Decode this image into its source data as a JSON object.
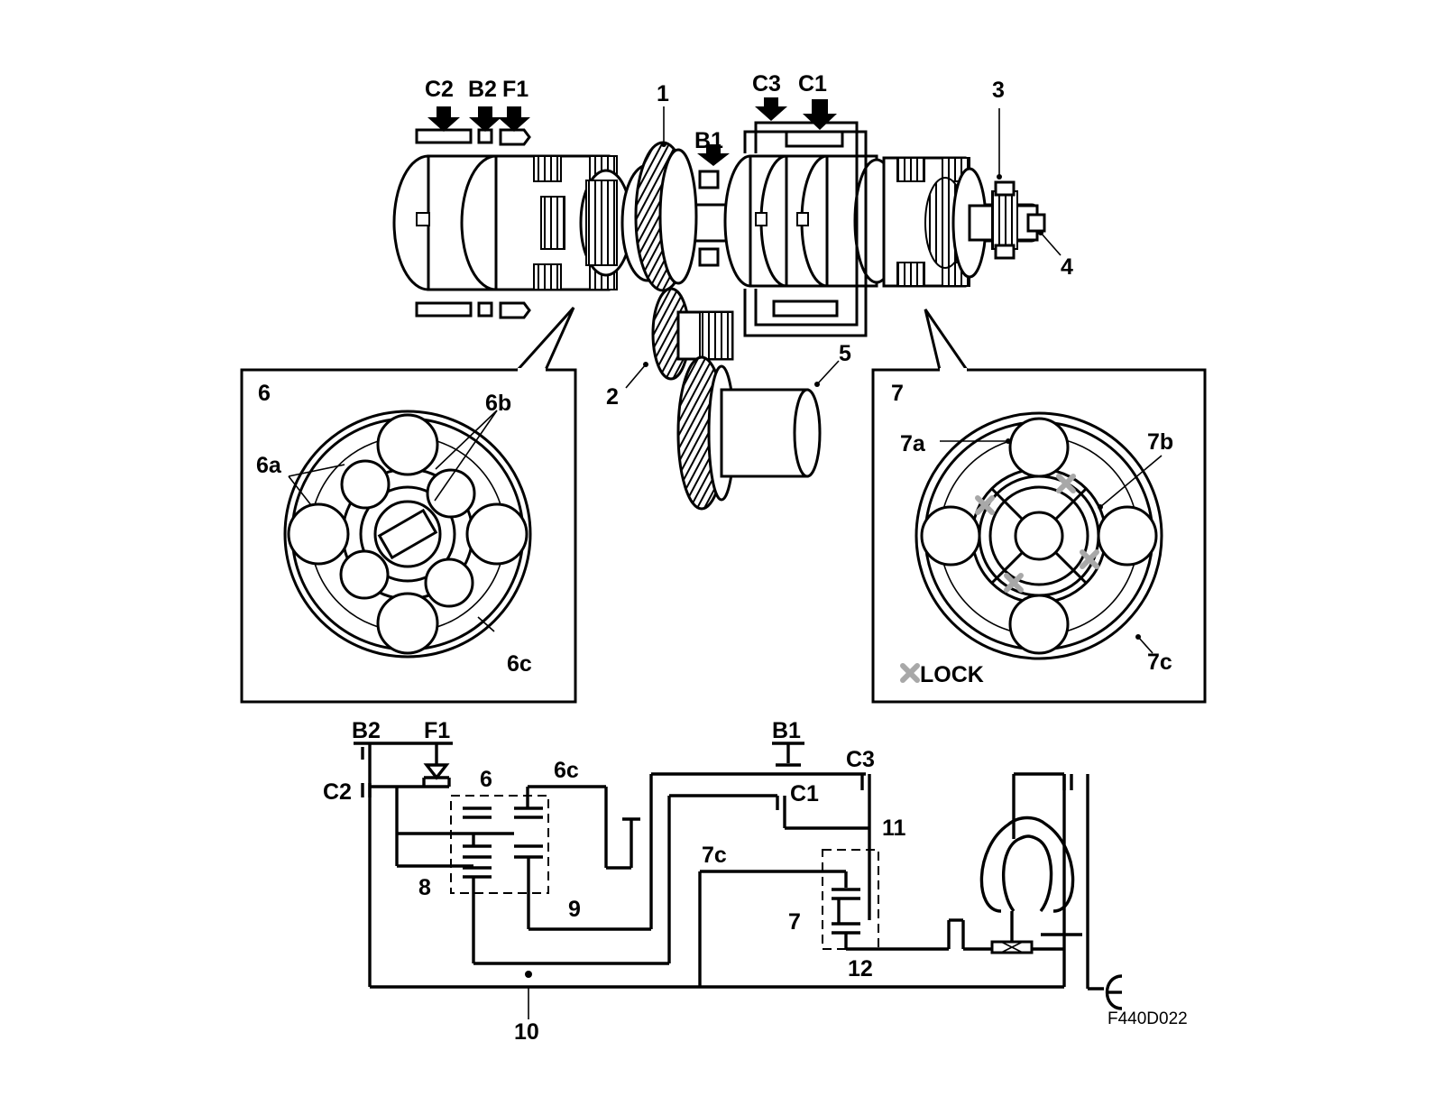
{
  "labels": {
    "c2": "C2",
    "b2": "B2",
    "f1": "F1",
    "n1": "1",
    "b1": "B1",
    "c3": "C3",
    "c1": "C1",
    "n3": "3",
    "n4": "4",
    "n2": "2",
    "n5": "5",
    "p6": "6",
    "p6a": "6a",
    "p6b": "6b",
    "p6c": "6c",
    "p7": "7",
    "p7a": "7a",
    "p7b": "7b",
    "p7c": "7c",
    "lock": "LOCK"
  },
  "schematic": {
    "b2": "B2",
    "f1": "F1",
    "b1": "B1",
    "c3": "C3",
    "c2": "C2",
    "c1": "C1",
    "n6": "6",
    "n6c": "6c",
    "n11": "11",
    "n7c": "7c",
    "n8": "8",
    "n9": "9",
    "n7": "7",
    "n12": "12",
    "n10": "10"
  },
  "figure_code": "F440D022",
  "colors": {
    "line": "#000000",
    "lock_mark": "#a8a8a8",
    "background": "#ffffff"
  }
}
